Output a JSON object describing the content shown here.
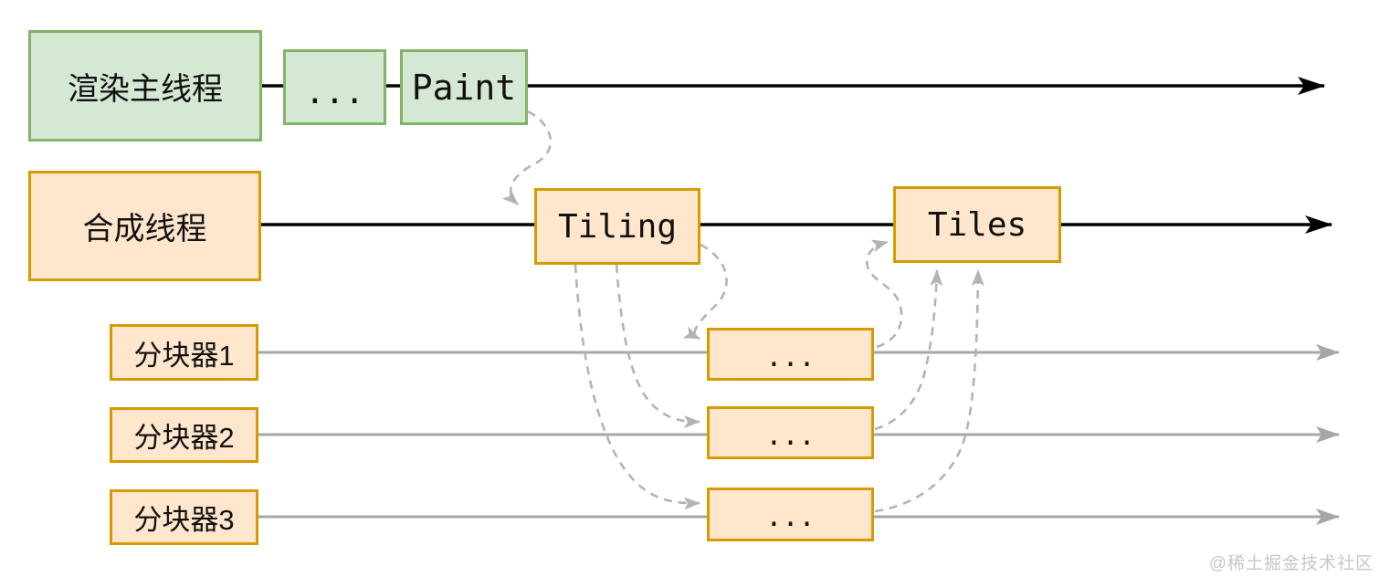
{
  "diagram": {
    "lanes": {
      "render_main": "渲染主线程",
      "compositor": "合成线程",
      "tiler1": "分块器1",
      "tiler2": "分块器2",
      "tiler3": "分块器3"
    },
    "nodes": {
      "ellipsis_main": "...",
      "paint": "Paint",
      "tiling": "Tiling",
      "tiles": "Tiles",
      "ellipsis_row1": "...",
      "ellipsis_row2": "...",
      "ellipsis_row3": "..."
    },
    "watermark": "@稀土掘金技术社区",
    "colors": {
      "green_fill": "#d5e8d4",
      "green_border": "#82b366",
      "orange_fill": "#ffe6cc",
      "orange_border": "#d79b00",
      "timeline_black": "#010101",
      "timeline_gray": "#a6a6a6",
      "dashed_gray": "#b3b3b3",
      "watermark_gray": "#c9c6c3"
    }
  }
}
